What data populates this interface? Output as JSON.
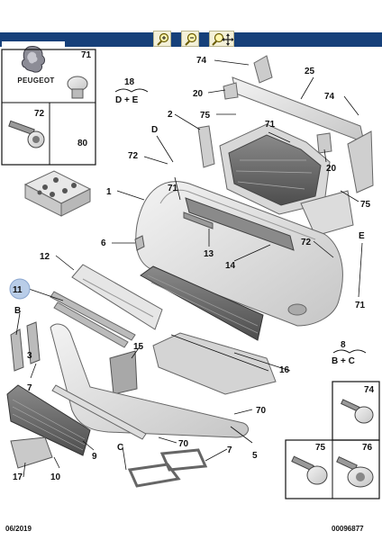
{
  "brand": {
    "name": "PEUGEOT"
  },
  "toolbar": {
    "buttons": [
      {
        "icon": "zoom-in-icon"
      },
      {
        "icon": "zoom-out-icon"
      },
      {
        "icon": "zoom-pan-icon"
      }
    ],
    "bar_color": "#16407a"
  },
  "labels": {
    "l71a": "71",
    "l72a": "72",
    "l80": "80",
    "l18": "18",
    "l18sub": "D + E",
    "l74a": "74",
    "l25": "25",
    "l20a": "20",
    "l74b": "74",
    "l75a": "75",
    "l2": "2",
    "l71b": "71",
    "lD": "D",
    "l72b": "72",
    "l20b": "20",
    "l71c": "71",
    "l75b": "75",
    "l1": "1",
    "l6": "6",
    "l13": "13",
    "l14": "14",
    "l72c": "72",
    "lE": "E",
    "l12": "12",
    "l11": "11",
    "l71d": "71",
    "lB": "B",
    "l3": "3",
    "l7a": "7",
    "l15": "15",
    "l16": "16",
    "l8": "8",
    "l8sub": "B + C",
    "l74c": "74",
    "l70a": "70",
    "l70b": "70",
    "lC": "C",
    "l7b": "7",
    "l5": "5",
    "l9": "9",
    "l10": "10",
    "l17": "17",
    "l75c": "75",
    "l76": "76"
  },
  "footer": {
    "date": "06/2019",
    "ref": "00096877"
  },
  "colors": {
    "part_fill": "#e4e4e4",
    "part_stroke": "#6e6e6e",
    "callout_circle": "#b9cde8"
  }
}
